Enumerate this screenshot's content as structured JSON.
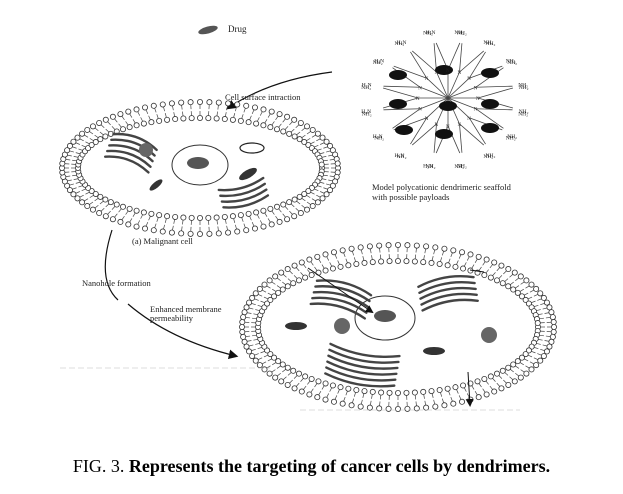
{
  "labels": {
    "drug": "Drug",
    "cell_surface_interaction": "Cell surface intraction",
    "malignant_cell": "(a) Malignant cell",
    "dendrimer_line1": "Model polycationic dendrimeric seaffold",
    "dendrimer_line2": "with possible payloads",
    "nanohole_formation": "Nanohole formation",
    "membrane_line1": "Enhanced membrane",
    "membrane_line2": "permeability",
    "amine_group": "NH₂",
    "amine_group_plain": "H₂N",
    "nitrogen": "N"
  },
  "caption": {
    "prefix": "FIG. 3.",
    "text": "Represents the targeting of cancer cells by dendrimers."
  }
}
